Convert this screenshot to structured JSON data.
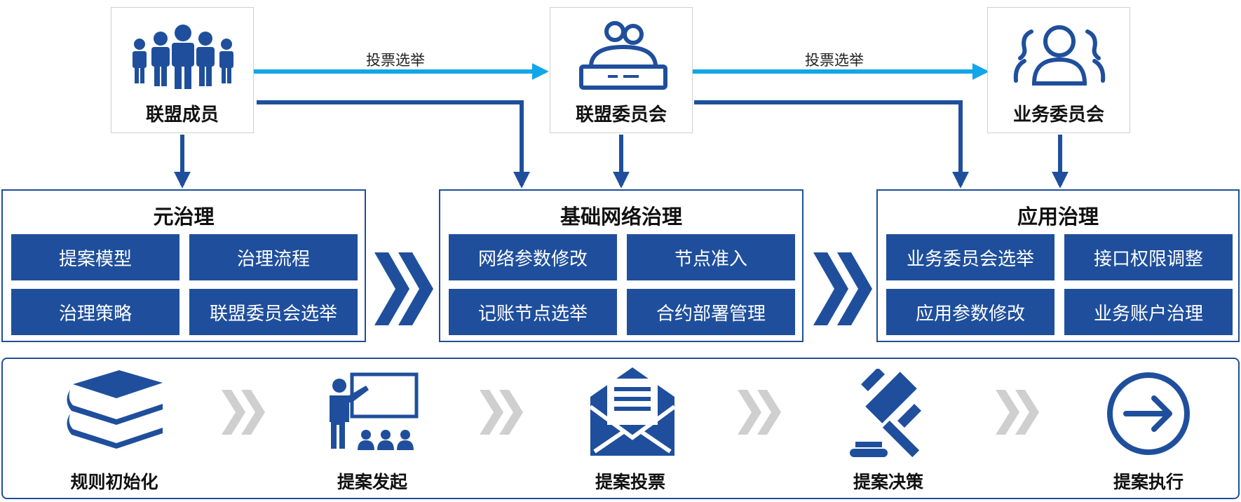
{
  "actors": [
    {
      "label": "联盟成员"
    },
    {
      "label": "联盟委员会"
    },
    {
      "label": "业务委员会"
    }
  ],
  "edges": [
    {
      "label": "投票选举"
    },
    {
      "label": "投票选举"
    }
  ],
  "panels": [
    {
      "title": "元治理",
      "items": [
        "提案模型",
        "治理流程",
        "治理策略",
        "联盟委员会选举"
      ]
    },
    {
      "title": "基础网络治理",
      "items": [
        "网络参数修改",
        "节点准入",
        "记账节点选举",
        "合约部署管理"
      ]
    },
    {
      "title": "应用治理",
      "items": [
        "业务委员会选举",
        "接口权限调整",
        "应用参数修改",
        "业务账户治理"
      ]
    }
  ],
  "steps": [
    {
      "label": "规则初始化",
      "icon": "books-icon"
    },
    {
      "label": "提案发起",
      "icon": "presentation-icon"
    },
    {
      "label": "提案投票",
      "icon": "envelope-icon"
    },
    {
      "label": "提案决策",
      "icon": "gavel-icon"
    },
    {
      "label": "提案执行",
      "icon": "arrow-circle-icon"
    }
  ],
  "colors": {
    "primary": "#1f4f9c",
    "accent": "#11a6ea",
    "chevron_gray": "#cfcfcf"
  }
}
